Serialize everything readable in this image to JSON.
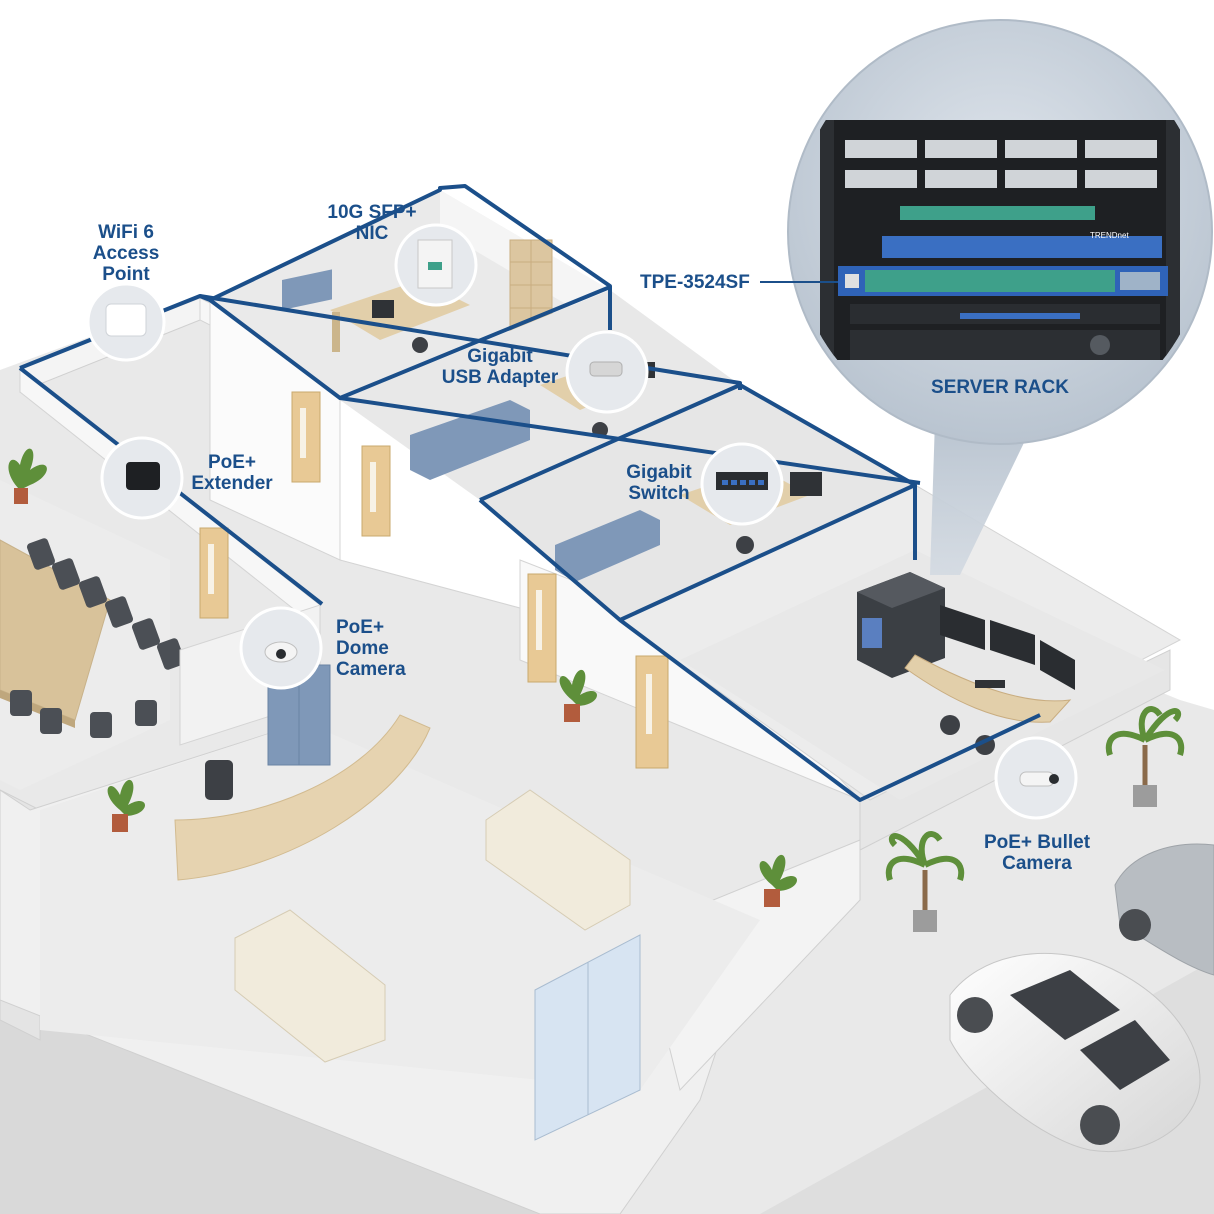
{
  "labels": {
    "wifi": [
      "WiFi 6",
      "Access",
      "Point"
    ],
    "nic": [
      "10G SFP+",
      "NIC"
    ],
    "usb": [
      "Gigabit",
      "USB Adapter"
    ],
    "switch": [
      "Gigabit",
      "Switch"
    ],
    "extender": [
      "PoE+",
      "Extender"
    ],
    "dome": [
      "PoE+",
      "Dome",
      "Camera"
    ],
    "bullet": [
      "PoE+ Bullet",
      "Camera"
    ],
    "model": "TPE-3524SF",
    "server_rack": "SERVER RACK"
  },
  "rack_brand": "TRENDnet",
  "colors": {
    "cable": "#1b4f8a",
    "label": "#1b4f8a",
    "wall": "#f4f4f4",
    "wall_shade": "#dcdcdc",
    "floor": "#e9e9e9",
    "cabinet": "#7f98b8",
    "desk": "#dcc6a0",
    "door": "#e8c995",
    "rack_bubble": "#c9d2dc",
    "switch_blue": "#3a6fc2",
    "ports_green": "#3ea08a"
  }
}
